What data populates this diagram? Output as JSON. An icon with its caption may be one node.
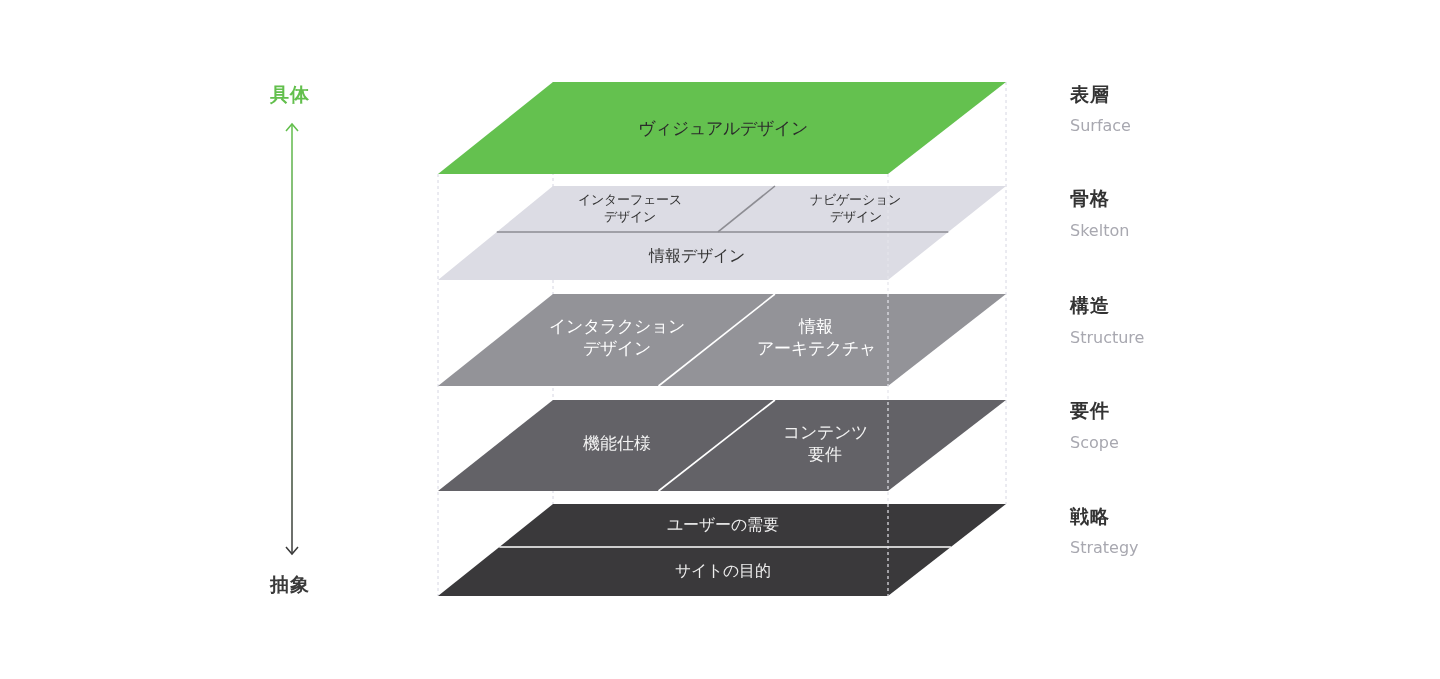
{
  "diagram": {
    "nodes": [
      {
        "text": [
          "ヴィジュアルデザイン"
        ],
        "beside": [
          "表層",
          "Surface"
        ]
      },
      {
        "text": [],
        "shape": "parallelogram",
        "beside": [
          "骨格",
          "Skelton"
        ]
      },
      {
        "text": [
          "インターフェースデザイン"
        ],
        "in": 1
      },
      {
        "text": [
          "ナビゲーションデザイン"
        ],
        "in": 1
      },
      {
        "text": [
          "情報デザイン"
        ],
        "in": 1
      },
      {
        "text": [],
        "shape": "parallelogram",
        "beside": [
          "構造",
          "Structure"
        ]
      },
      {
        "text": [
          "インタラクションデザイン"
        ],
        "in": 5
      },
      {
        "text": [
          "情報アーキテクチャ"
        ],
        "in": 5
      },
      {
        "text": [],
        "shape": "parallelogram",
        "beside": [
          "要件",
          "Scope"
        ]
      },
      {
        "text": [
          "機能仕様"
        ],
        "in": 8
      },
      {
        "text": [
          "コンテンツ要件"
        ],
        "in": 8
      },
      {
        "text": [],
        "shape": "parallelogram",
        "beside": [
          "戦略",
          "Strategy"
        ]
      },
      {
        "text": [
          "ユーザーの需要"
        ],
        "in": 11
      },
      {
        "text": [
          "サイトの目的"
        ],
        "in": 11
      }
    ],
    "edges": [],
    "labels": [
      "具体",
      "抽象"
    ]
  }
}
